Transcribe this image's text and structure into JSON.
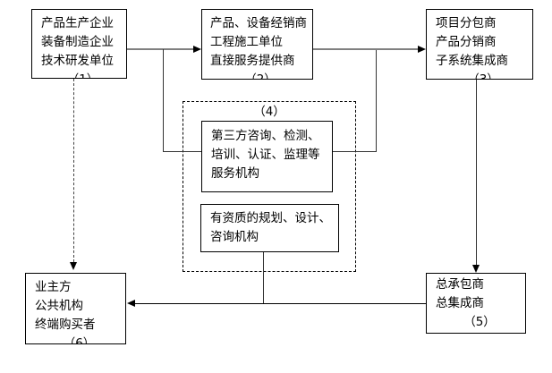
{
  "diagram": {
    "boxes": {
      "producers": {
        "line1": "产品生产企业",
        "line2": "装备制造企业",
        "line3": "技术研发单位",
        "num": "（1）"
      },
      "dealers": {
        "line1": "产品、设备经销商",
        "line2": "工程施工单位",
        "line3": "直接服务提供商",
        "num": "（2）"
      },
      "subcontractors": {
        "line1": "项目分包商",
        "line2": "产品分销商",
        "line3": "子系统集成商",
        "num": "（3）"
      },
      "third_party": {
        "line1": "第三方咨询、检测、",
        "line2": "培训、认证、监理等",
        "line3": "服务机构"
      },
      "qualified": {
        "line1": "有资质的规划、设计、",
        "line2": "咨询机构"
      },
      "contractor": {
        "line1": "总承包商",
        "line2": "总集成商",
        "num": "（5）"
      },
      "owners": {
        "line1": "业主方",
        "line2": "公共机构",
        "line3": "终端购买者",
        "num": "（6）"
      }
    },
    "group_label": "（4）",
    "colors": {
      "box_border": "#000000",
      "dashed_border": "#000000",
      "arrow_shaft_gray": "#808080",
      "thin_connector": "#333333",
      "arrowhead": "#000000",
      "background": "#ffffff"
    }
  }
}
